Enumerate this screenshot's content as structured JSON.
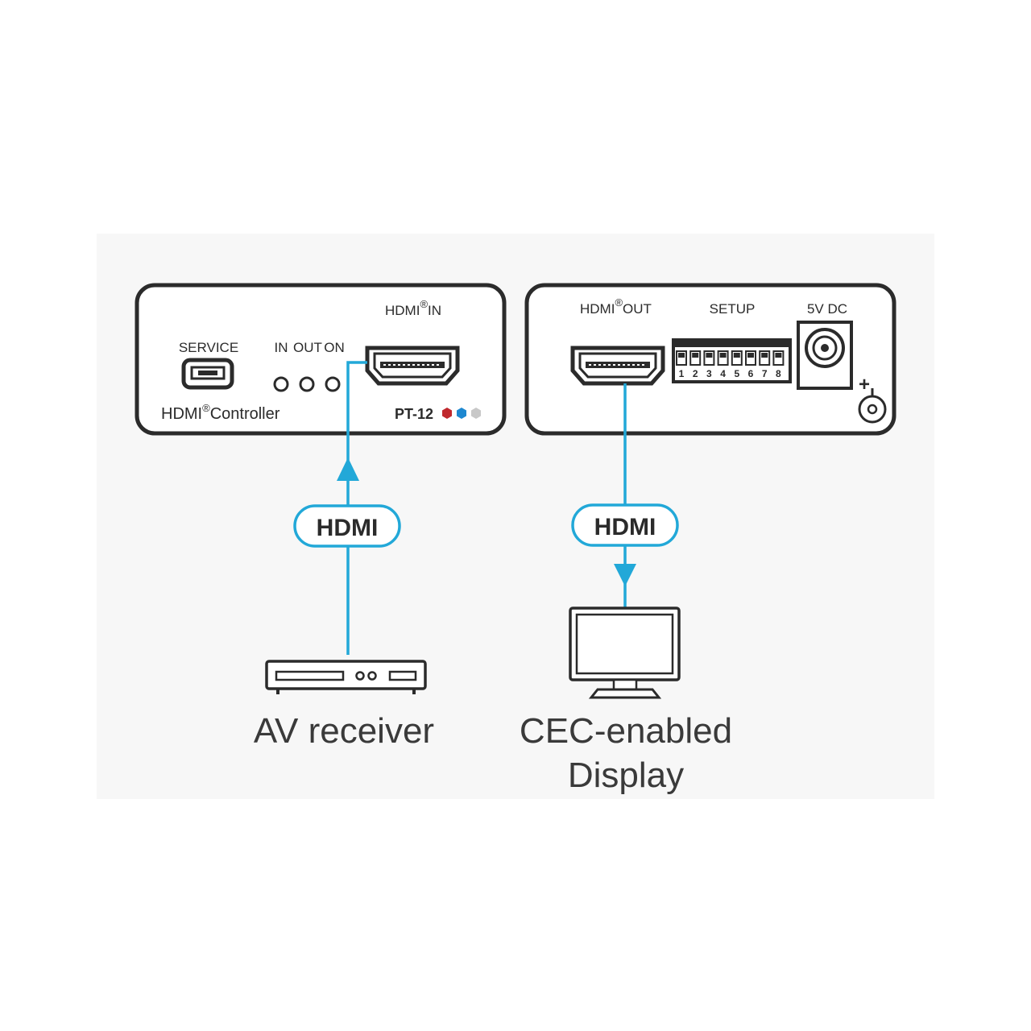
{
  "left_panel": {
    "service_label": "SERVICE",
    "controller_label": "HDMI",
    "controller_reg": "®",
    "controller_suffix": "Controller",
    "led_labels": {
      "in": "IN",
      "out": "OUT",
      "on": "ON"
    },
    "hdmi_in_label": "HDMI",
    "hdmi_in_reg": "®",
    "hdmi_in_suffix": "IN",
    "model": "PT-12",
    "model_dot_colors": [
      "#c0282d",
      "#1e88d0",
      "#c8c8c8"
    ]
  },
  "right_panel": {
    "hdmi_out_label": "HDMI",
    "hdmi_out_reg": "®",
    "hdmi_out_suffix": "OUT",
    "setup_label": "SETUP",
    "power_label": "5V DC",
    "dip_numbers": [
      "1",
      "2",
      "3",
      "4",
      "5",
      "6",
      "7",
      "8"
    ],
    "polarity_plus": "+"
  },
  "connections": {
    "left_cable_label": "HDMI",
    "right_cable_label": "HDMI",
    "cable_color": "#22a8d8"
  },
  "devices": {
    "source_label": "AV receiver",
    "display_line1": "CEC-enabled",
    "display_line2": "Display"
  },
  "colors": {
    "background": "#f7f7f7",
    "panel_stroke": "#2b2b2b",
    "panel_fill": "#ffffff"
  }
}
